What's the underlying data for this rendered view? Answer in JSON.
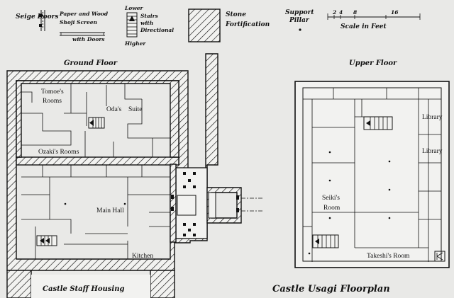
{
  "legend": {
    "seige_doors": "Seige Doors",
    "shoji_1": "Paper and Wood",
    "shoji_2": "Shoji Screen",
    "shoji_3": "with Doors",
    "stairs_lower": "Lower",
    "stairs_1": "Stairs",
    "stairs_2": "with",
    "stairs_3": "Directional",
    "stairs_higher": "Higher",
    "stone_1": "Stone",
    "stone_2": "Fortification",
    "pillar_1": "Support",
    "pillar_2": "Pillar",
    "scale_label": "Scale in Feet",
    "scale_ticks": [
      "2",
      "4",
      "8",
      "16"
    ]
  },
  "ground_floor": {
    "title": "Ground Floor",
    "rooms": {
      "tomoe_1": "Tomoe's",
      "tomoe_2": "Rooms",
      "oda_1": "Oda's",
      "oda_2": "Suite",
      "ozaki": "Ozaki's Rooms",
      "main_hall": "Main Hall",
      "kitchen": "Kitchen"
    }
  },
  "upper_floor": {
    "title": "Upper Floor",
    "rooms": {
      "library_1": "Library",
      "library_2": "Library",
      "seiki_1": "Seiki's",
      "seiki_2": "Room",
      "takeshi": "Takeshi's Room"
    }
  },
  "castle_staff_housing": "Castle Staff Housing",
  "map_title": "Castle Usagi Floorplan",
  "colors": {
    "paper": "#e9e9e7",
    "ink": "#111111"
  }
}
